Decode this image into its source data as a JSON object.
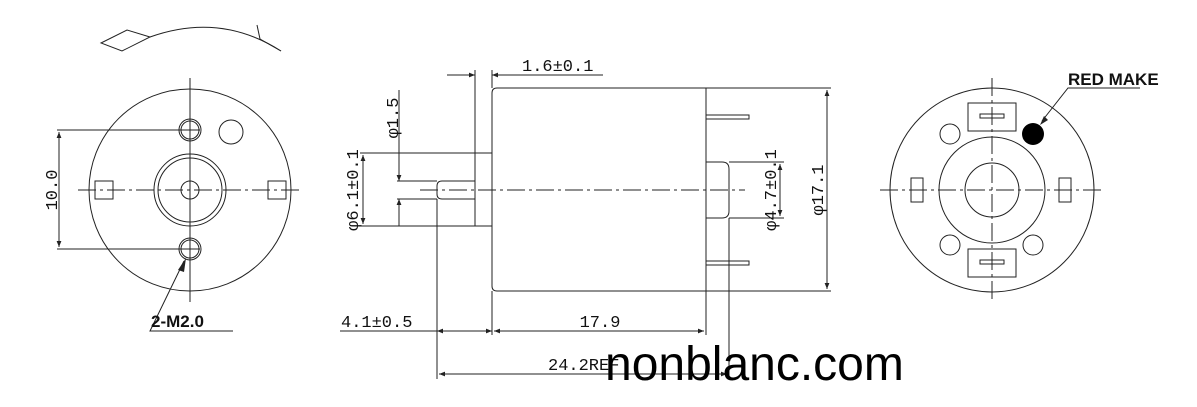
{
  "left_view": {
    "hole_spacing_label": "10.0",
    "thread_label": "2-M2.0",
    "rotation_direction_icon": "curved-arrow-icon"
  },
  "side_view": {
    "flange_thickness_label": "1.6±0.1",
    "shaft_diameter_label": "φ1.5",
    "boss_diameter_label": "φ6.1±0.1",
    "rear_boss_diameter_label": "φ4.7±0.1",
    "body_diameter_label": "φ17.1",
    "shaft_length_label": "4.1±0.5",
    "body_length_label": "17.9",
    "overall_length_label": "24.2REF"
  },
  "right_view": {
    "marker_label": "RED MAKE",
    "marker_color": "#000000"
  },
  "watermark": "nonblanc.com"
}
